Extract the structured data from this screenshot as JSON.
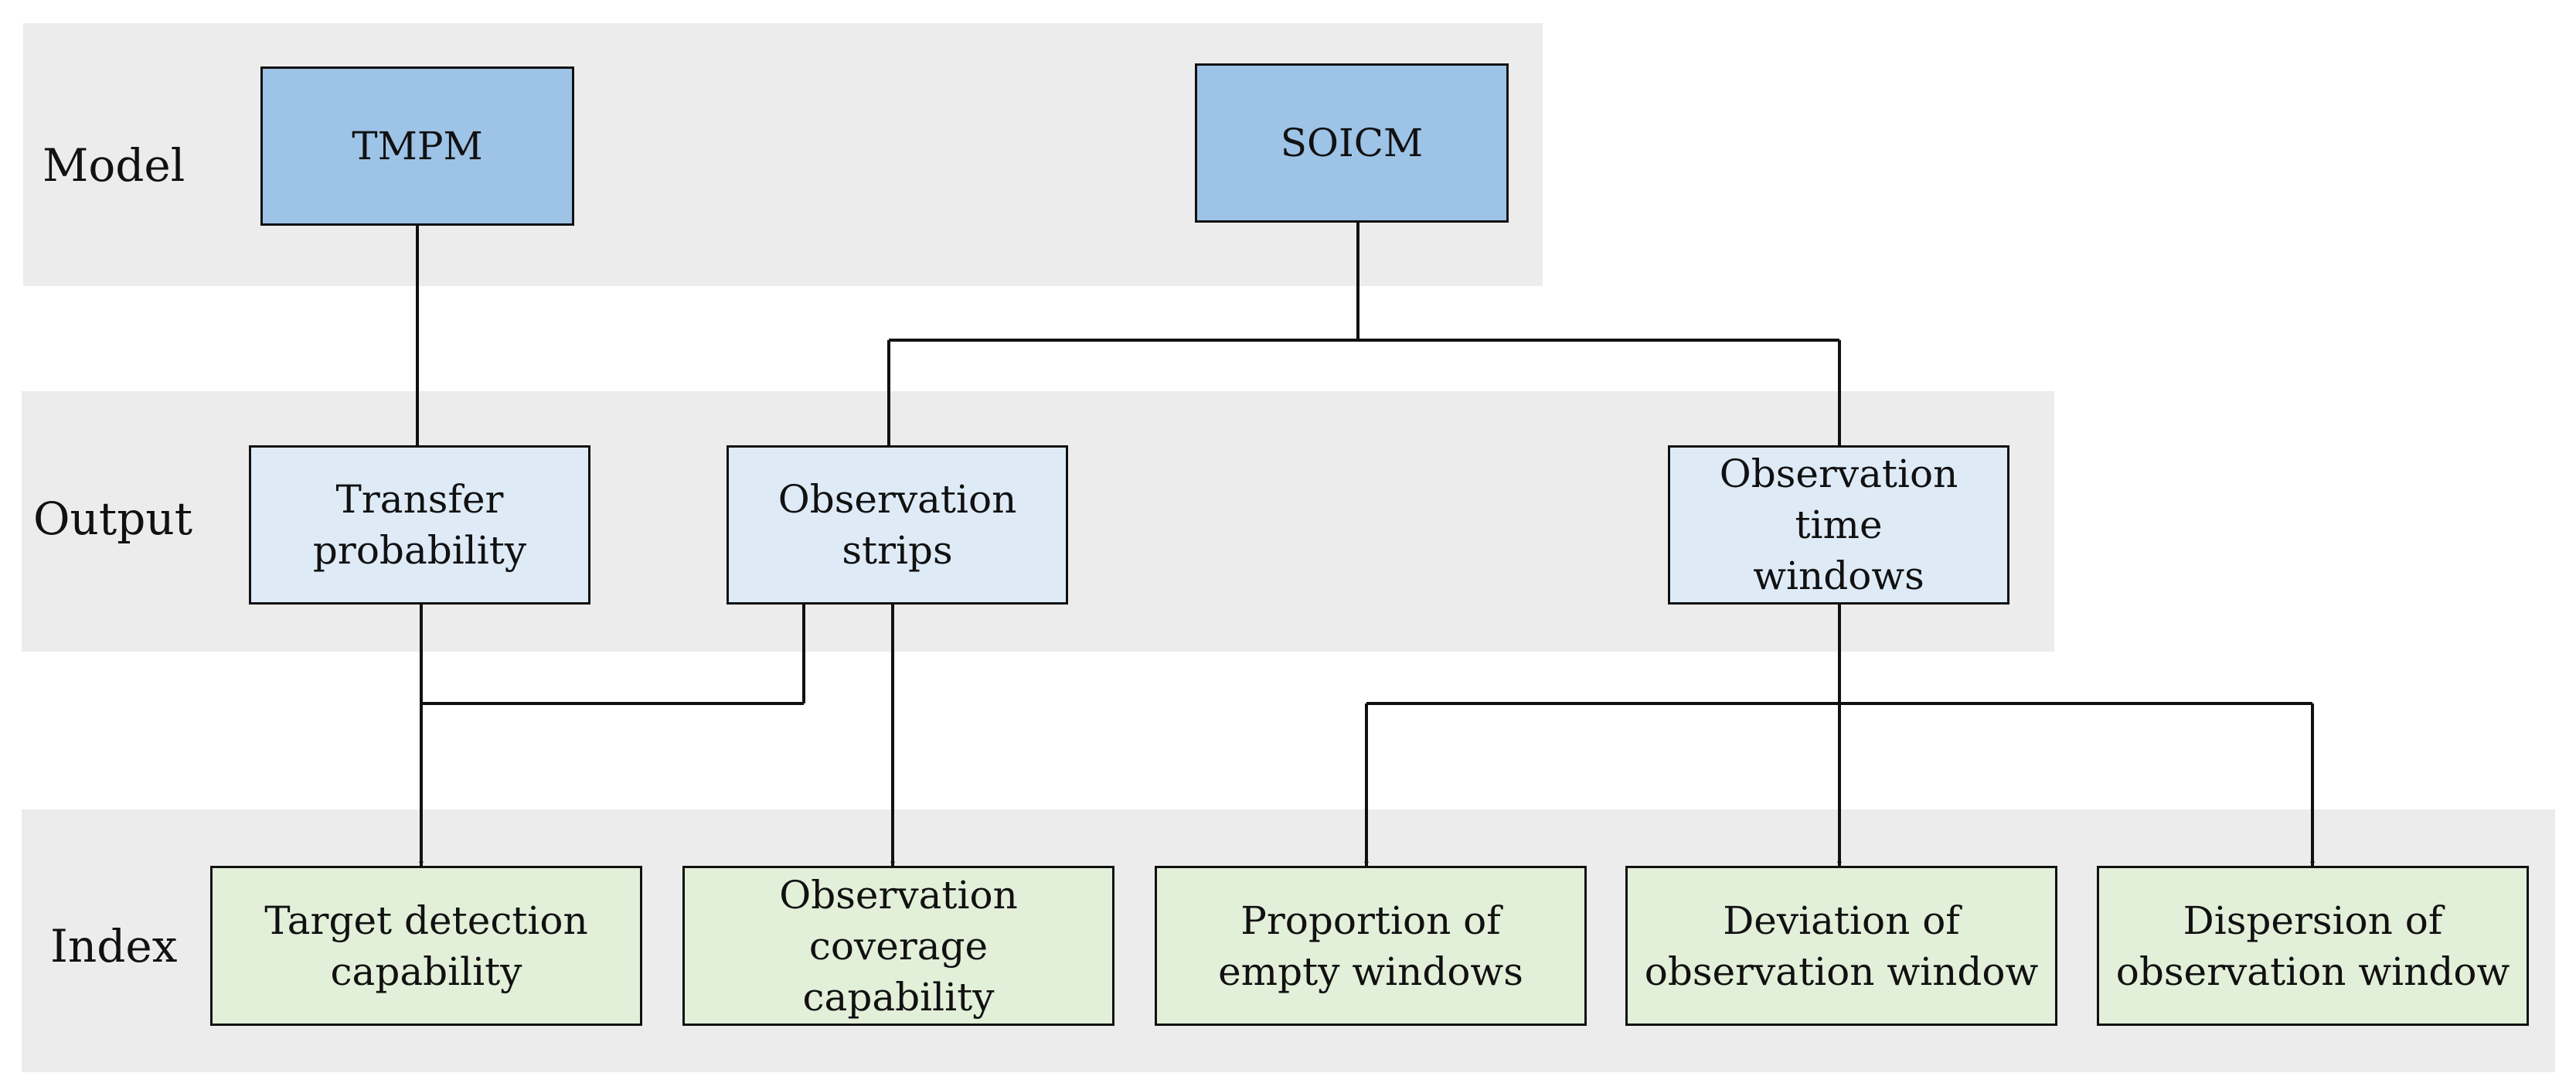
{
  "colors": {
    "band": "#ececec",
    "model_fill": "#9dc3e6",
    "output_fill": "#deebf7",
    "index_fill": "#e2efd9",
    "line": "#111111"
  },
  "rows": {
    "model": "Model",
    "output": "Output",
    "index": "Index"
  },
  "model": {
    "tmpm": "TMPM",
    "soicm": "SOICM"
  },
  "output": {
    "transfer_probability": [
      "Transfer",
      "probability"
    ],
    "observation_strips": [
      "Observation",
      "strips"
    ],
    "observation_time_windows": [
      "Observation time",
      "windows"
    ]
  },
  "index": {
    "target_detection": [
      "Target detection",
      "capability"
    ],
    "observation_coverage": [
      "Observation coverage",
      "capability"
    ],
    "empty_windows": [
      "Proportion of",
      "empty windows"
    ],
    "window_deviation": [
      "Deviation of",
      "observation window"
    ],
    "window_dispersion": [
      "Dispersion of",
      "observation window"
    ]
  }
}
